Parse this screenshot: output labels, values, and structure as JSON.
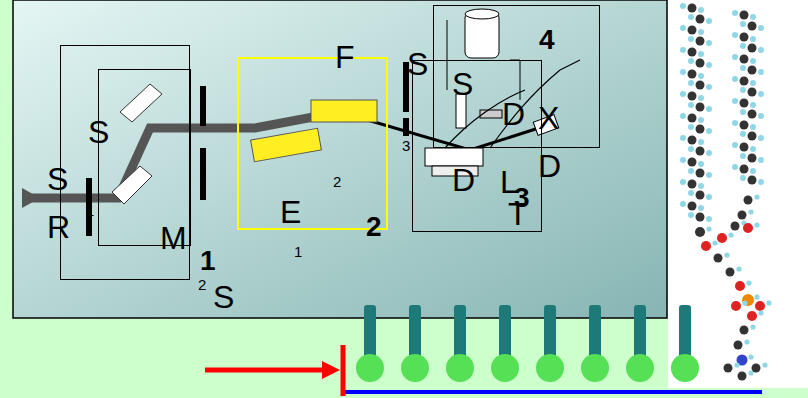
{
  "diagram": {
    "nodes": [
      {
        "text": [
          "1"
        ]
      },
      {
        "text": [
          "M"
        ],
        "in": 0
      },
      {
        "text": [
          "2"
        ]
      },
      {
        "text": [
          "3"
        ]
      },
      {
        "text": [
          "4"
        ]
      }
    ],
    "labels": [
      "S",
      "R",
      "1",
      "S",
      "S",
      "2",
      "F",
      "E",
      "2",
      "1",
      "S",
      "S",
      "3",
      "D",
      "X",
      "D",
      "L",
      "D",
      "T"
    ]
  }
}
